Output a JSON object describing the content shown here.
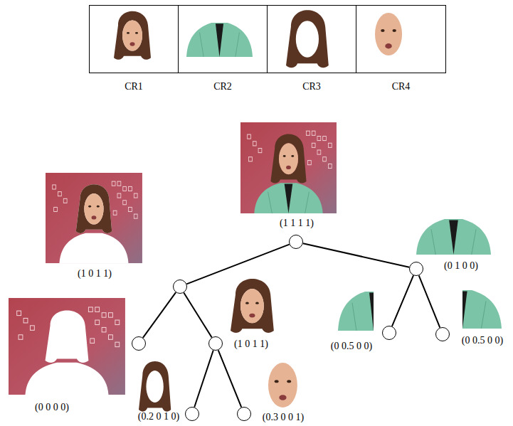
{
  "diagram": {
    "nodes": [
      {
        "text": [
          "CR1"
        ]
      },
      {
        "text": [
          "CR2"
        ]
      },
      {
        "text": [
          "CR3"
        ]
      },
      {
        "text": [
          "CR4"
        ]
      },
      {
        "text": [
          "(1 1 1 1)"
        ]
      },
      {
        "text": [
          "(1 0 1 1)"
        ]
      },
      {
        "text": [
          "(0 1 0 0)"
        ]
      },
      {
        "text": [
          "(0 0 0 0)"
        ]
      },
      {
        "text": [
          "(1 0 1 1)"
        ]
      },
      {
        "text": [
          "(0 0.5 0 0)"
        ]
      },
      {
        "text": [
          "(0 0.5 0 0)"
        ]
      },
      {
        "text": [
          "(0.2 0 1 0)"
        ]
      },
      {
        "text": [
          "(0.3 0 0 1)"
        ]
      }
    ],
    "edges": [
      {
        "from": 4,
        "to": 5,
        "arrow": "none"
      },
      {
        "from": 4,
        "to": 6,
        "arrow": "none"
      },
      {
        "from": 5,
        "to": 7,
        "arrow": "none"
      },
      {
        "from": 5,
        "to": 8,
        "arrow": "none"
      },
      {
        "from": 6,
        "to": 9,
        "arrow": "none"
      },
      {
        "from": 6,
        "to": 10,
        "arrow": "none"
      },
      {
        "from": 8,
        "to": 11,
        "arrow": "none"
      },
      {
        "from": 8,
        "to": 12,
        "arrow": "none"
      }
    ]
  }
}
